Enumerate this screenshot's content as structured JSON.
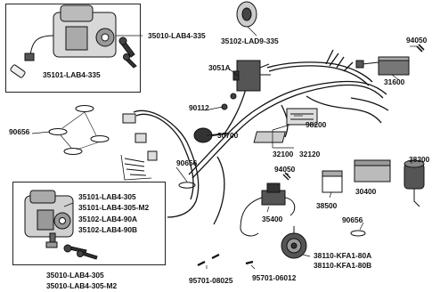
{
  "parts": {
    "p35010_lab4_335": "35010-LAB4-335",
    "p35101_lab4_335": "35101-LAB4-335",
    "p35102_lad9_335": "35102-LAD9-335",
    "p94050_top": "94050",
    "p3051a": "3051A",
    "p31600": "31600",
    "p90112": "90112",
    "p90656_left": "90656",
    "p30700": "30700",
    "p98200": "98200",
    "p32100": "32100",
    "p32120": "32120",
    "p90656_mid": "90656",
    "p94050_mid": "94050",
    "p38300": "38300",
    "p30400": "30400",
    "p35101_lab4_305": "35101-LAB4-305",
    "p35101_lab4_305_m2": "35101-LAB4-305-M2",
    "p35102_lab4_90a": "35102-LAB4-90A",
    "p35102_lab4_90b": "35102-LAB4-90B",
    "p35400": "35400",
    "p38500": "38500",
    "p90656_right": "90656",
    "p38110_kfa1_80a": "38110-KFA1-80A",
    "p38110_kfa1_80b": "38110-KFA1-80B",
    "p35010_lab4_305": "35010-LAB4-305",
    "p35010_lab4_305_m2": "35010-LAB4-305-M2",
    "p95701_08025": "95701-08025",
    "p95701_06012": "95701-06012"
  },
  "colors": {
    "ink": "#111111",
    "paper": "#ffffff",
    "shade": "#555555"
  }
}
